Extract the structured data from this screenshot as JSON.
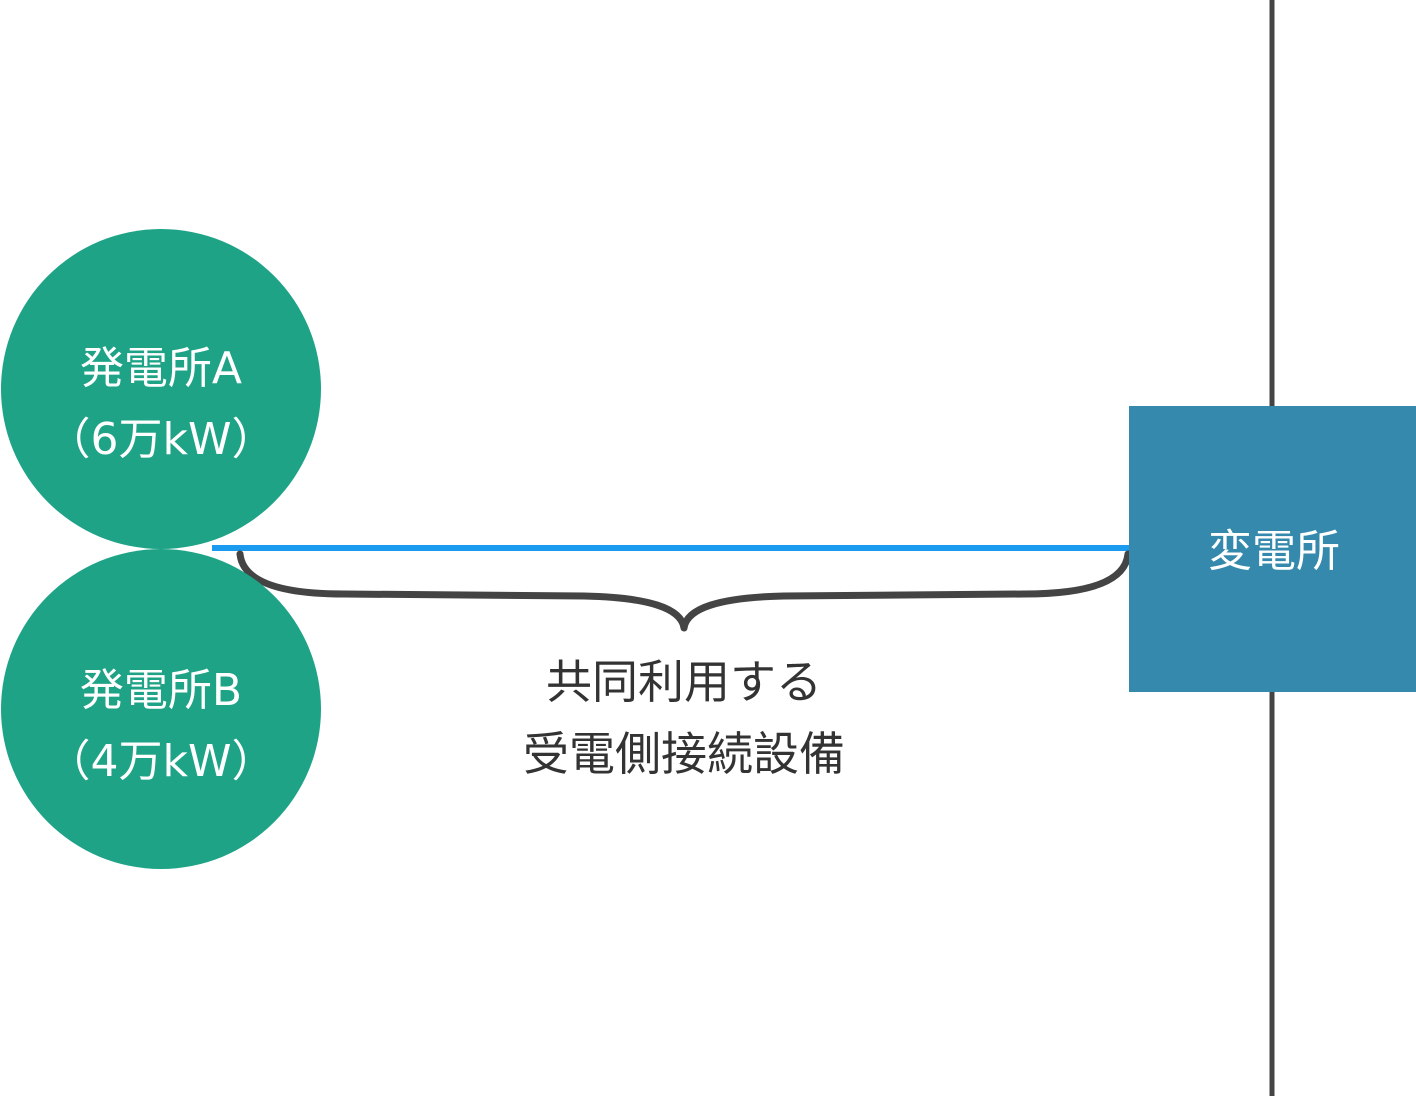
{
  "plants": [
    {
      "name": "発電所A",
      "capacity": "（6万kW）"
    },
    {
      "name": "発電所B",
      "capacity": "（4万kW）"
    }
  ],
  "substation": {
    "label": "変電所"
  },
  "shared_facility": {
    "line1": "共同利用する",
    "line2": "受電側接続設備"
  },
  "colors": {
    "plant": "#1ea387",
    "substation": "#3589ad",
    "connection_line": "#1a9bf0",
    "grid_line": "#444444",
    "brace": "#444444",
    "note_text": "#333333"
  }
}
